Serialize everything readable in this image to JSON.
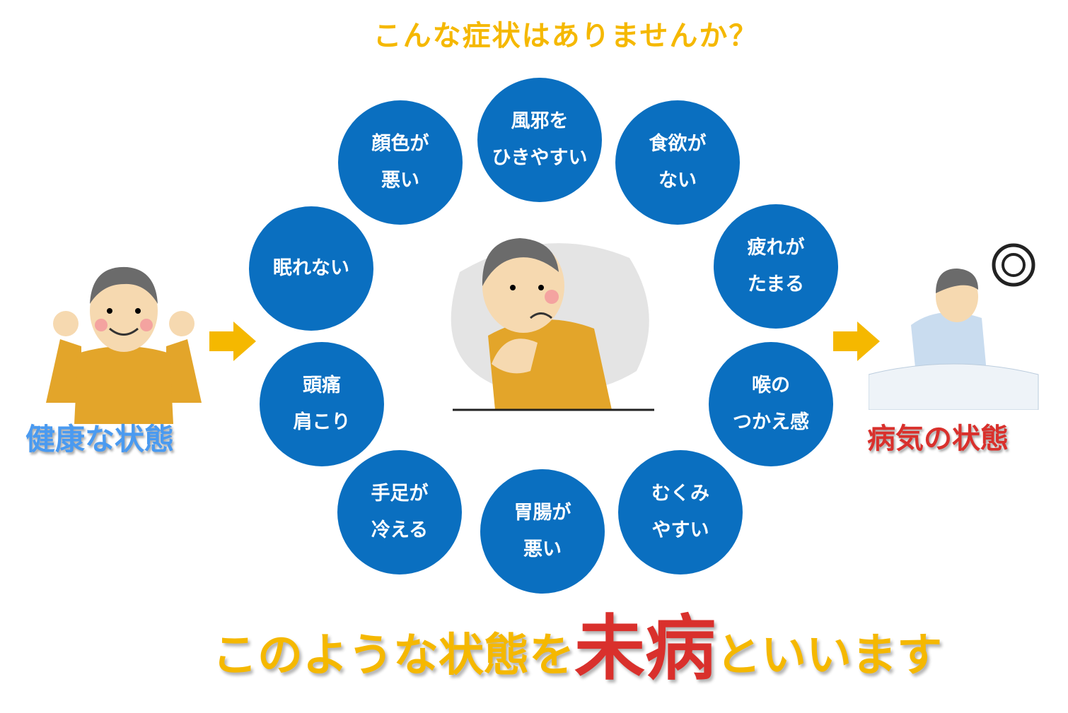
{
  "title": "こんな症状はありませんか？",
  "symptoms": [
    {
      "line1": "顔色が",
      "line2": "悪い"
    },
    {
      "line1": "風邪を",
      "line2": "ひきやすい"
    },
    {
      "line1": "食欲が",
      "line2": "ない"
    },
    {
      "line1": "眠れない",
      "line2": ""
    },
    {
      "line1": "疲れが",
      "line2": "たまる"
    },
    {
      "line1": "頭痛",
      "line2": "肩こり"
    },
    {
      "line1": "喉の",
      "line2": "つかえ感"
    },
    {
      "line1": "手足が",
      "line2": "冷える"
    },
    {
      "line1": "胃腸が",
      "line2": "悪い"
    },
    {
      "line1": "むくみ",
      "line2": "やすい"
    }
  ],
  "healthy_label": "健康な状態",
  "sick_label": "病気の状態",
  "conclusion": {
    "before": "このような状態を",
    "highlight": "未病",
    "after": "といいます"
  },
  "colors": {
    "circle": "#0a6fc0",
    "title": "#f5b800",
    "healthy": "#4a9af0",
    "sick": "#d9302c",
    "arrow": "#f5b800"
  }
}
